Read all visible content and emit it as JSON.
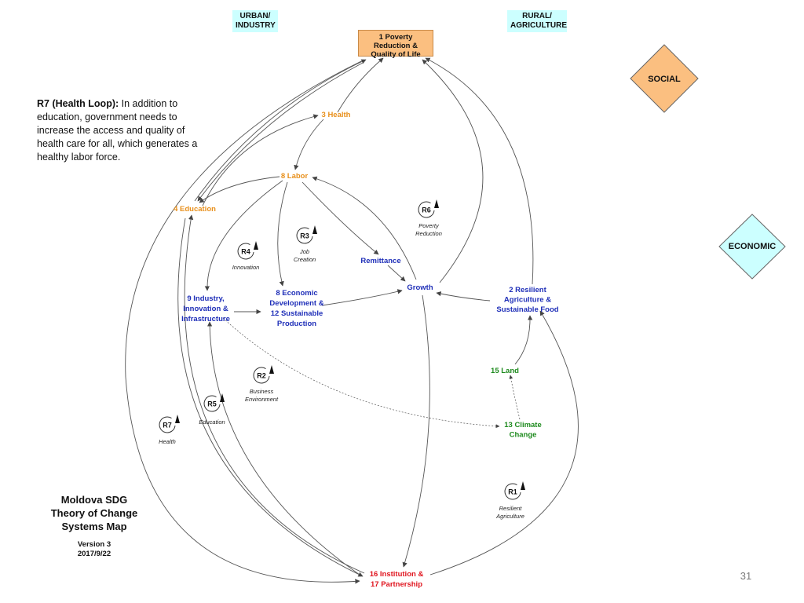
{
  "headers": {
    "urban": "URBAN/\nINDUSTRY",
    "rural": "RURAL/\nAGRICULTURE"
  },
  "goal": "1 Poverty\nReduction &\nQuality of Life",
  "dimensions": {
    "social": {
      "label": "SOCIAL",
      "color": "#fbbf80"
    },
    "economic": {
      "label": "ECONOMIC",
      "color": "#ccffff"
    }
  },
  "note": {
    "lead": "R7 (Health Loop):",
    "body": " In addition to education, government needs to increase the access and quality of health care for all, which generates a healthy labor force."
  },
  "nodes": {
    "health": "3 Health",
    "labor": "8 Labor",
    "education": "4 Education",
    "remittance": "Remittance",
    "growth": "Growth",
    "industry": "9 Industry,\nInnovation &\nInfrastructure",
    "econdev": "8 Economic\nDevelopment &\n12 Sustainable\nProduction",
    "agri": "2 Resilient\nAgriculture &\nSustainable Food",
    "land": "15 Land",
    "climate": "13 Climate\nChange",
    "institution": "16 Institution &\n17 Partnership"
  },
  "loops": {
    "r1": {
      "id": "R1",
      "label": "Resilient\nAgriculture"
    },
    "r2": {
      "id": "R2",
      "label": "Business\nEnvironment"
    },
    "r3": {
      "id": "R3",
      "label": "Job\nCreation"
    },
    "r4": {
      "id": "R4",
      "label": "Innovation"
    },
    "r5": {
      "id": "R5",
      "label": "Education"
    },
    "r6": {
      "id": "R6",
      "label": "Poverty\nReduction"
    },
    "r7": {
      "id": "R7",
      "label": "Health"
    }
  },
  "colors": {
    "orange": "#e8901c",
    "blue": "#1f2fb8",
    "green": "#1d8a1d",
    "red": "#e0141e",
    "line": "#555555"
  },
  "footer": {
    "title": "Moldova SDG\nTheory of Change\nSystems Map",
    "version": "Version 3\n2017/9/22",
    "page": "31"
  }
}
